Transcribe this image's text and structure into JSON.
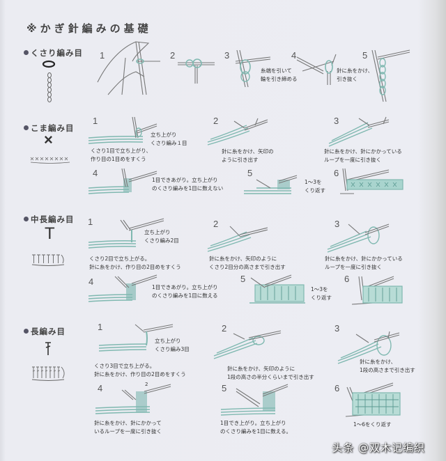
{
  "page": {
    "title": "※かぎ針編みの基礎",
    "background": "#ecedf3",
    "yarn_color": "#7fb8b0",
    "watermark": "头条 @双木记编织"
  },
  "sections": [
    {
      "label": "くさり編み目",
      "symbol": "O",
      "steps": [
        {
          "num": "1",
          "caption": ""
        },
        {
          "num": "2",
          "caption": ""
        },
        {
          "num": "3",
          "caption": "糸端を引いて\n輪を引き締める"
        },
        {
          "num": "4",
          "caption": "針に糸をかけ、\n引き抜く"
        },
        {
          "num": "5",
          "caption": ""
        }
      ]
    },
    {
      "label": "こま編み目",
      "symbol": "×",
      "steps": [
        {
          "num": "1",
          "caption": "くさり1目で立ち上がり、\n作り目の1目めをすくう",
          "note": "立ち上がり\nくさり編み１目"
        },
        {
          "num": "2",
          "caption": "針に糸をかけ、矢印の\nように引き出す"
        },
        {
          "num": "3",
          "caption": "針に糸をかけ、針にかかっている\nループを一度に引き抜く"
        },
        {
          "num": "4",
          "caption": "1目できあがり。立ち上がり\nのくさり編みを1目に数えない"
        },
        {
          "num": "5",
          "caption": "1〜3を\nくり返す"
        },
        {
          "num": "6",
          "caption": ""
        }
      ]
    },
    {
      "label": "中長編み目",
      "symbol": "T",
      "steps": [
        {
          "num": "1",
          "caption": "くさり2目で立ち上がる。\n針に糸をかけ、作り目の2目めをすくう",
          "note": "立ち上がり\nくさり編み2目"
        },
        {
          "num": "2",
          "caption": "針に糸をかけ、矢印のように\nくさり2目分の高さまで引き出す"
        },
        {
          "num": "3",
          "caption": "針に糸をかけ、針にかかっている\nループを一度に引き抜く"
        },
        {
          "num": "4",
          "caption": "1目できあがり。立ち上がり\nのくさり編みを1目に数える"
        },
        {
          "num": "5",
          "caption": "1〜3を\nくり返す"
        },
        {
          "num": "6",
          "caption": ""
        }
      ]
    },
    {
      "label": "長編み目",
      "symbol": "T̶",
      "steps": [
        {
          "num": "1",
          "caption": "くさり3目で立ち上がる。\n針に糸をかけ、作り目の2目めをすくう",
          "note": "立ち上がり\nくさり編み3目"
        },
        {
          "num": "2",
          "caption": "針に糸をかけ、矢印のように\n1段の高さの半分くらいまで引き出す"
        },
        {
          "num": "3",
          "caption": "針に糸をかけ、\n1段の高さまで引き出す"
        },
        {
          "num": "4",
          "caption": "針に糸をかけ、針にかかって\nいるループを一度に引き抜く",
          "mark": "2"
        },
        {
          "num": "5",
          "caption": "1目でき上がり。立ち上がり\nのくさり編みを1目に数える。"
        },
        {
          "num": "6",
          "caption": "1〜6をくり返す"
        }
      ]
    }
  ]
}
